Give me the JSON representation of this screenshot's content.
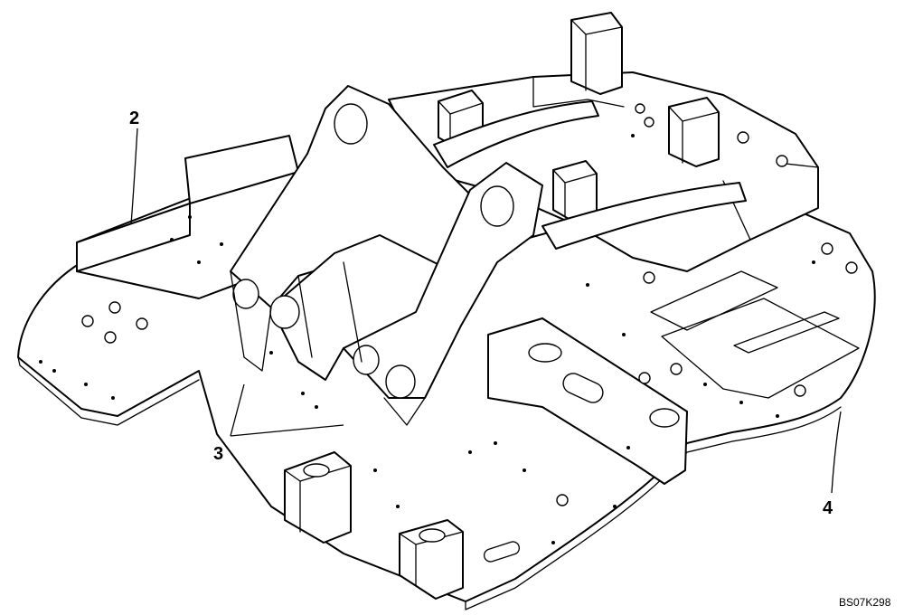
{
  "callouts": [
    {
      "id": "2",
      "label": "2"
    },
    {
      "id": "3",
      "label": "3"
    },
    {
      "id": "4",
      "label": "4"
    }
  ],
  "reference_code": "BS07K298"
}
